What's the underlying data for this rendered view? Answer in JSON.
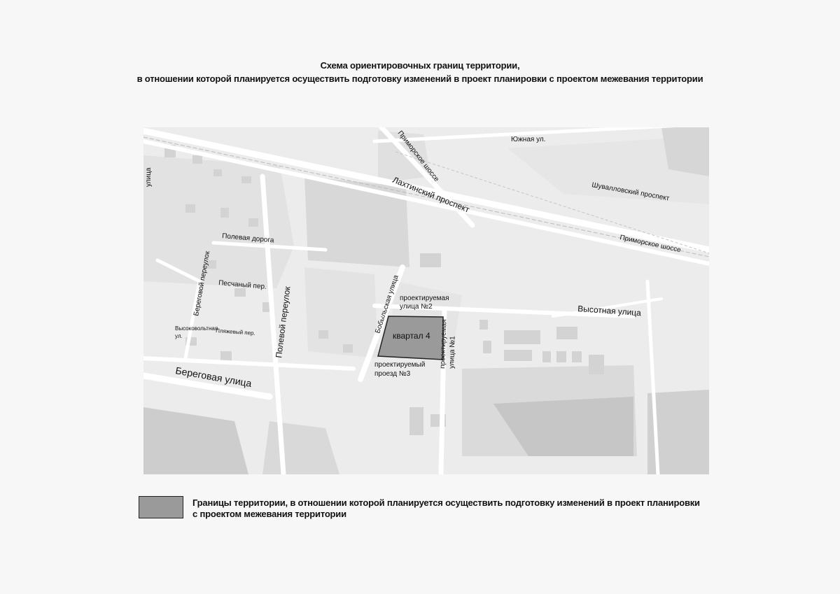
{
  "title": {
    "line1": "Схема ориентировочных границ территории,",
    "line2": "в отношении которой планируется осуществить подготовку изменений в проект планировки с проектом межевания территории"
  },
  "map": {
    "labels": {
      "yuzhnaya": "Южная ул.",
      "primorskoe_shosse_top": "Приморское шоссе",
      "shuvalovsky": "Шувалловский проспект",
      "lakhtinsky": "Лахтинский проспект",
      "primorskoe_shosse_right": "Приморское шоссе",
      "ulitsa_left": "улица",
      "polevaya_doroga": "Полевая дорога",
      "beregovoy_pereulok": "Береговой переулок",
      "pesochny": "Песчаный пер.",
      "polevoy_pereulok": "Полевой переулок",
      "bobylskaya": "Бобыльская улица",
      "proekt_ul2_a": "проектируемая",
      "proekt_ul2_b": "улица №2",
      "vysotnaya": "Высотная улица",
      "kvartal": "квартал 4",
      "proekt_ul1_a": "проектируемая",
      "proekt_ul1_b": "улица №1",
      "vysokovoltnaya_a": "Высоковольтная",
      "vysokovoltnaya_b": "ул.",
      "prigorodny": "Пляжевый пер.",
      "proekt_pr3_a": "проектируемый",
      "proekt_pr3_b": "проезд №3",
      "beregovaya": "Береговая улица"
    }
  },
  "legend": {
    "line1": "Границы территории, в отношении которой планируется осуществить подготовку изменений в проект планировки",
    "line2": "с проектом межевания территории",
    "swatch_color": "#9a9a9a"
  }
}
